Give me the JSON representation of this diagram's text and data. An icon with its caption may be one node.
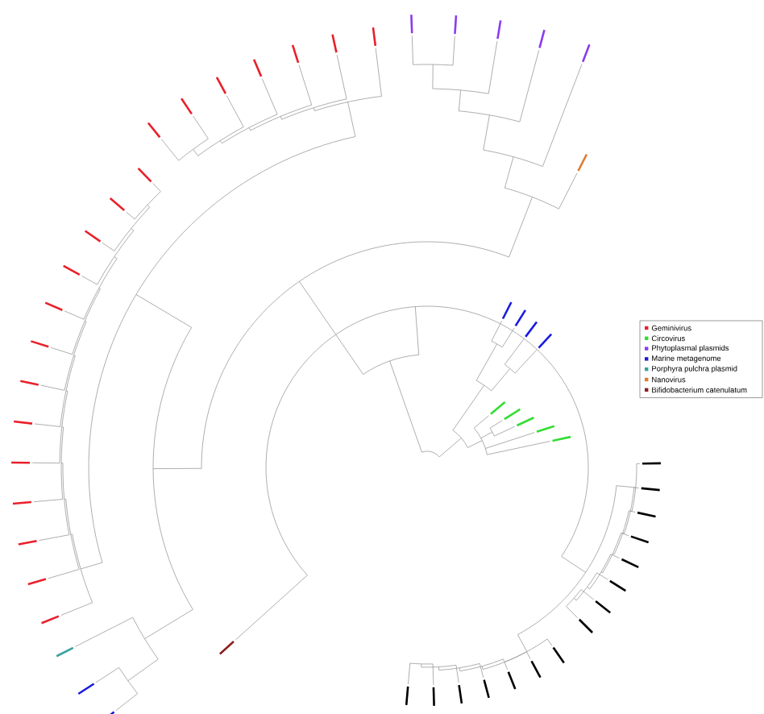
{
  "diagram": {
    "legend": [
      {
        "text": "Geminivirus",
        "color": "#e8202a"
      },
      {
        "text": "Circovirus",
        "color": "#33dd33"
      },
      {
        "text": "Phytoplasmal plasmids",
        "color": "#8a3cf0"
      },
      {
        "text": "Marine metagenome",
        "color": "#1a1ae0"
      },
      {
        "text": "Porphyra pulchra plasmid",
        "color": "#3aa0a0"
      },
      {
        "text": "Nanovirus",
        "color": "#e07a30"
      },
      {
        "text": "Bifidobacterium catenulatum",
        "color": "#8a2020"
      }
    ]
  }
}
